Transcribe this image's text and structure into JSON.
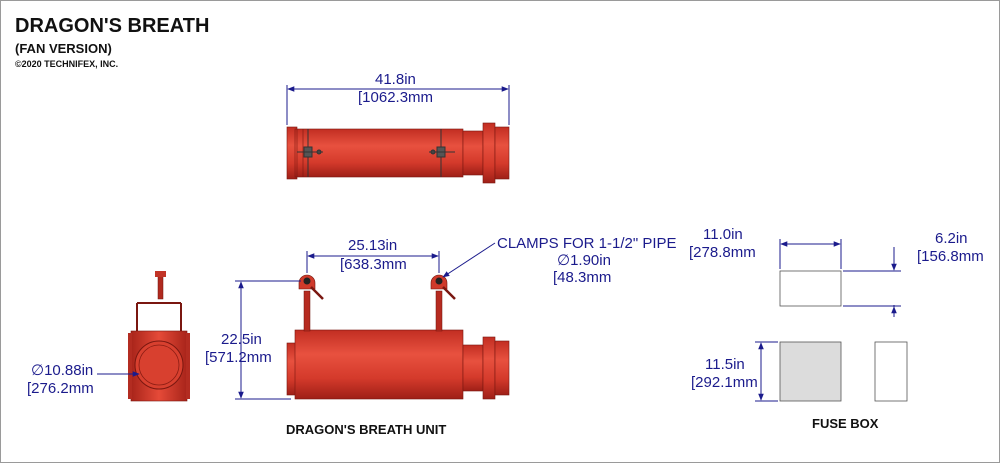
{
  "header": {
    "title": "DRAGON'S BREATH",
    "subtitle": "(FAN VERSION)",
    "copyright": "©2020 TECHNIFEX, INC."
  },
  "dimensions": {
    "overall_length_in": "41.8in",
    "overall_length_mm": "[1062.3mm",
    "clamp_spacing_in": "25.13in",
    "clamp_spacing_mm": "[638.3mm",
    "clamp_note": "CLAMPS FOR 1-1/2\" PIPE",
    "clamp_dia_in": "∅1.90in",
    "clamp_dia_mm": "[48.3mm",
    "height_in": "22.5in",
    "height_mm": "[571.2mm",
    "end_dia_in": "∅10.88in",
    "end_dia_mm": "[276.2mm",
    "fuse_width_in": "11.0in",
    "fuse_width_mm": "[278.8mm",
    "fuse_depth_in": "6.2in",
    "fuse_depth_mm": "[156.8mm",
    "fuse_height_in": "11.5in",
    "fuse_height_mm": "[292.1mm"
  },
  "captions": {
    "unit": "DRAGON'S BREATH UNIT",
    "fuse_box": "FUSE BOX"
  },
  "colors": {
    "body_red": "#d93a2b",
    "dark_red": "#9e1f17",
    "dimension_blue": "#1b1b8c"
  }
}
